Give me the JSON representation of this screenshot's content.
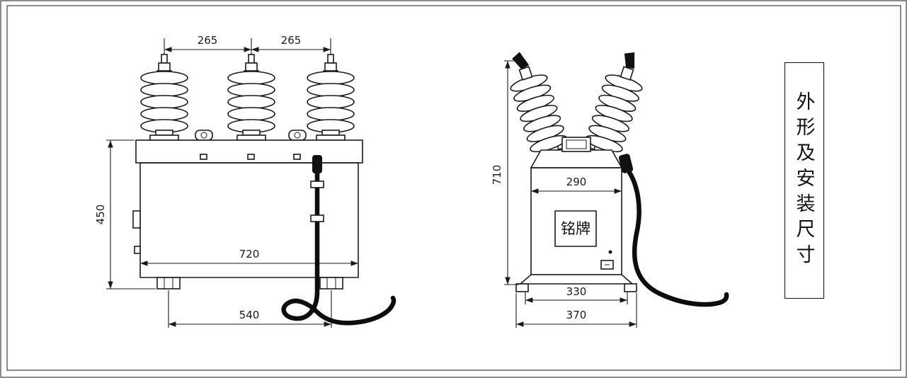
{
  "title": {
    "vertical_label": "外形及安装尺寸"
  },
  "front_view": {
    "dim_top_left": "265",
    "dim_top_right": "265",
    "dim_height": "450",
    "dim_width": "720",
    "dim_base": "540"
  },
  "side_view": {
    "dim_height": "710",
    "dim_body_width": "290",
    "dim_base_inner": "330",
    "dim_base_outer": "370",
    "nameplate_label": "铭牌"
  },
  "colors": {
    "line": "#1a1a1a",
    "background": "#ffffff"
  }
}
